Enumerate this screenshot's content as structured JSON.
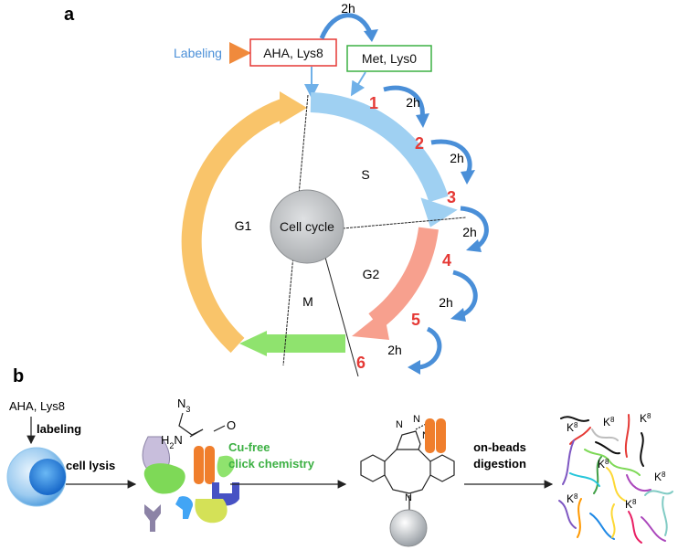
{
  "panel_a": {
    "label": "a",
    "labeling_text": "Labeling",
    "box_aha": "AHA, Lys8",
    "box_met": "Met, Lys0",
    "top_time": "2h",
    "center": "Cell cycle",
    "phase_s": "S",
    "phase_g1": "G1",
    "phase_g2": "G2",
    "phase_m": "M",
    "steps": [
      "1",
      "2",
      "3",
      "4",
      "5",
      "6"
    ],
    "step_time": "2h",
    "colors": {
      "s": "#9fd0f2",
      "g2": "#f7a08e",
      "m": "#8fe36e",
      "g1": "#f9c46a",
      "arrow_blue": "#4a8fd8",
      "red": "#e53935",
      "orange": "#f08a3c"
    }
  },
  "panel_b": {
    "label": "b",
    "top_left_text": "AHA, Lys8",
    "labeling": "labeling",
    "cell_lysis": "cell lysis",
    "n3": "N",
    "n3_sub": "3",
    "h2n": "H",
    "h2n_sub": "2",
    "h2n_n": "N",
    "o": "O",
    "cu_free_1": "Cu-free",
    "cu_free_2": "click chemistry",
    "triazole_n1": "N",
    "triazole_n2": "N",
    "triazole_n3": "N",
    "ring_n": "N",
    "on_beads": "on-beads",
    "digestion": "digestion",
    "k_label": "K",
    "k_sup": "8"
  }
}
